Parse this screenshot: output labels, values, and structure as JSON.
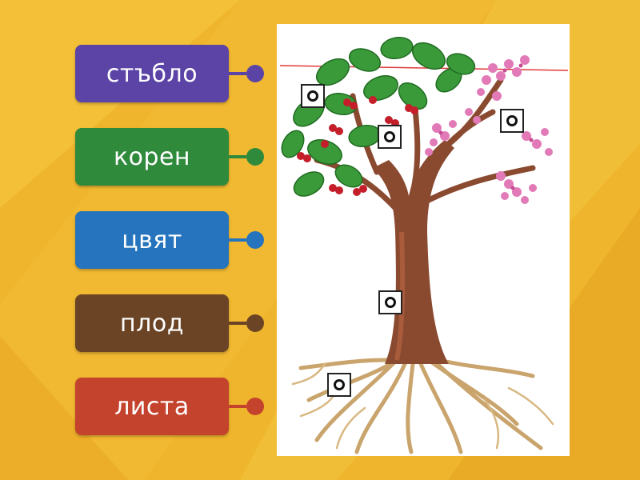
{
  "theme": {
    "bg_light": "#f4c43a",
    "bg_dark": "#e6a01a"
  },
  "labels": [
    {
      "id": "stablo",
      "text": "стъбло",
      "color": "#5b44a6"
    },
    {
      "id": "koren",
      "text": "корен",
      "color": "#2f8a3c"
    },
    {
      "id": "tsvyat",
      "text": "цвят",
      "color": "#2574bd"
    },
    {
      "id": "plod",
      "text": "плод",
      "color": "#6b4426"
    },
    {
      "id": "lista",
      "text": "листа",
      "color": "#c4432d"
    }
  ],
  "image": {
    "subject": "tree-illustration",
    "targets_count": 5
  }
}
